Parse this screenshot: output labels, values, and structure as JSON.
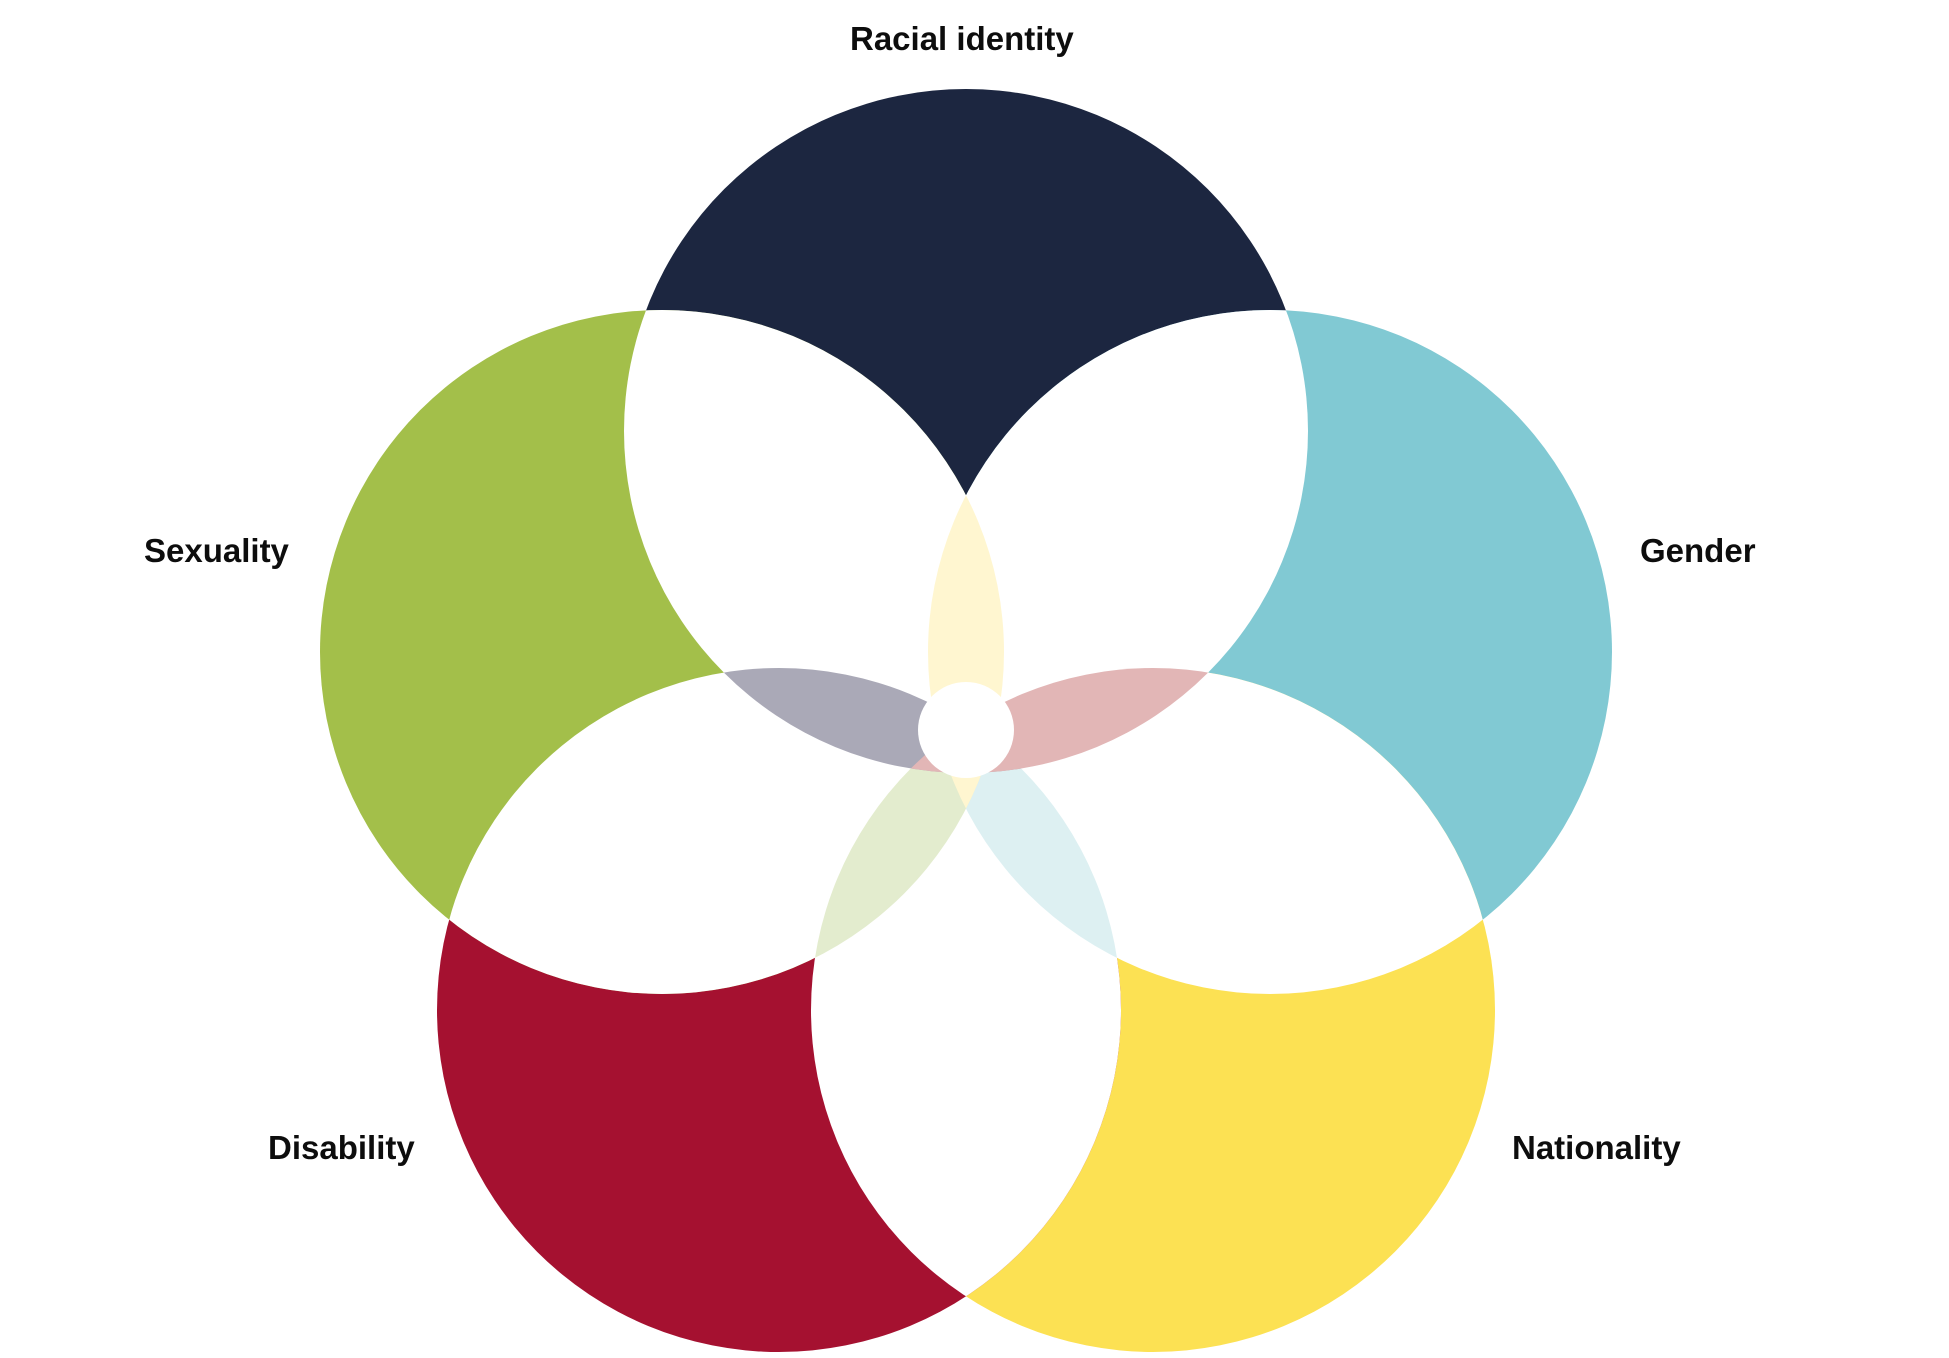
{
  "labels": {
    "racial_identity": "Racial identity",
    "sexuality": "Sexuality",
    "gender": "Gender",
    "disability": "Disability",
    "nationality": "Nationality"
  },
  "colors": {
    "racial_identity": "#1c2640",
    "gender": "#81c9d3",
    "nationality": "#fce153",
    "disability": "#a51130",
    "sexuality": "#a3bf4a",
    "overlap_racial": "#aaa9b7",
    "overlap_gender": "#ddf0f2",
    "overlap_nationality": "#fff6d0",
    "overlap_disability": "#e2b6b6",
    "overlap_sexuality": "#e3ecce",
    "background": "#ffffff"
  }
}
